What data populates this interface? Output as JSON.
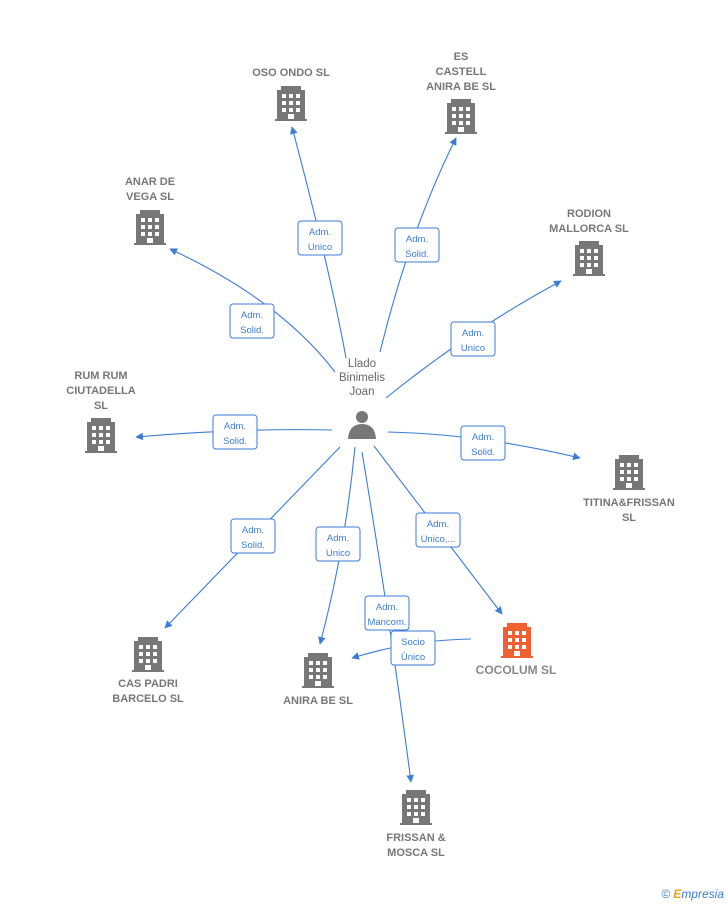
{
  "colors": {
    "edge": "#3b7dd8",
    "building": "#777777",
    "building_focus": "#f06030",
    "person": "#777777"
  },
  "center": {
    "label_lines": [
      "Llado",
      "Binimelis",
      "Joan"
    ],
    "icon": "person-icon"
  },
  "companies": [
    {
      "id": "oso-ondo",
      "label_lines": [
        "OSO ONDO  SL"
      ],
      "focus": false
    },
    {
      "id": "es-castell",
      "label_lines": [
        "ES",
        "CASTELL",
        "ANIRA BE  SL"
      ],
      "focus": false
    },
    {
      "id": "anar-de-vega",
      "label_lines": [
        "ANAR DE",
        "VEGA  SL"
      ],
      "focus": false
    },
    {
      "id": "rodion-mallorca",
      "label_lines": [
        "RODION",
        "MALLORCA  SL"
      ],
      "focus": false
    },
    {
      "id": "rum-rum",
      "label_lines": [
        "RUM RUM",
        "CIUTADELLA",
        "SL"
      ],
      "focus": false
    },
    {
      "id": "titina-frissan",
      "label_lines": [
        "TITINA&FRISSAN",
        "SL"
      ],
      "focus": false
    },
    {
      "id": "cas-padri",
      "label_lines": [
        "CAS PADRI",
        "BARCELO  SL"
      ],
      "focus": false
    },
    {
      "id": "anira-be",
      "label_lines": [
        "ANIRA BE  SL"
      ],
      "focus": false
    },
    {
      "id": "cocolum",
      "label_lines": [
        "COCOLUM  SL"
      ],
      "focus": true
    },
    {
      "id": "frissan-mosca",
      "label_lines": [
        "FRISSAN &",
        "MOSCA  SL"
      ],
      "focus": false
    }
  ],
  "relations": [
    {
      "target": "oso-ondo",
      "label_lines": [
        "Adm.",
        "Unico"
      ]
    },
    {
      "target": "es-castell",
      "label_lines": [
        "Adm.",
        "Solid."
      ]
    },
    {
      "target": "anar-de-vega",
      "label_lines": [
        "Adm.",
        "Solid."
      ]
    },
    {
      "target": "rodion-mallorca",
      "label_lines": [
        "Adm.",
        "Unico"
      ]
    },
    {
      "target": "rum-rum",
      "label_lines": [
        "Adm.",
        "Solid."
      ]
    },
    {
      "target": "titina-frissan",
      "label_lines": [
        "Adm.",
        "Solid."
      ]
    },
    {
      "target": "cas-padri",
      "label_lines": [
        "Adm.",
        "Solid."
      ]
    },
    {
      "target": "anira-be",
      "label_lines": [
        "Adm.",
        "Unico"
      ]
    },
    {
      "target": "cocolum",
      "label_lines": [
        "Adm.",
        "Unico,..."
      ]
    },
    {
      "target": "frissan-mosca",
      "label_lines": [
        "Adm.",
        "Mancom."
      ]
    },
    {
      "target": "anira-be",
      "source": "cocolum",
      "label_lines": [
        "Socio",
        "Único"
      ]
    }
  ],
  "footer": {
    "copyright": "©",
    "brand_first": "E",
    "brand_rest": "mpresia"
  }
}
